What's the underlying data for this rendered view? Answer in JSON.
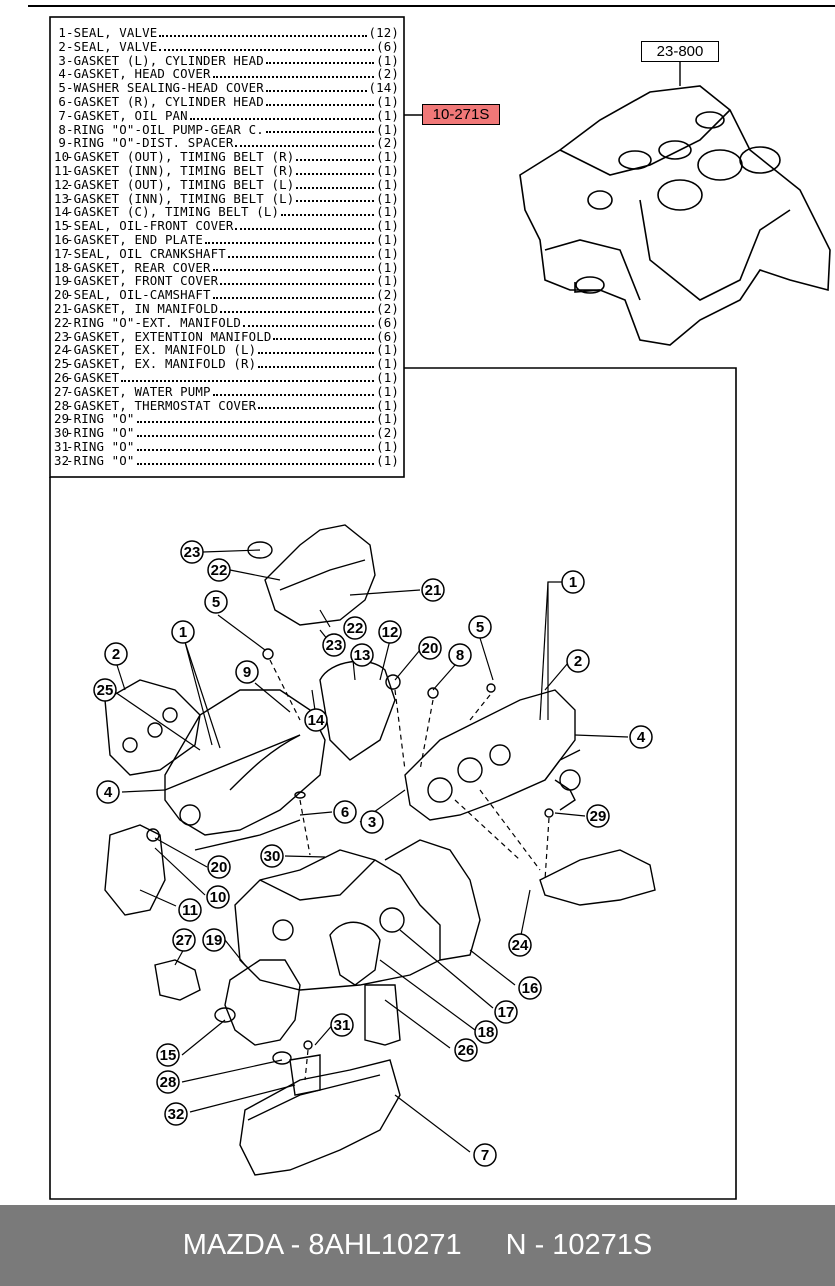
{
  "legend": [
    {
      "num": "1",
      "desc": "SEAL, VALVE",
      "qty": "(12)"
    },
    {
      "num": "2",
      "desc": "SEAL, VALVE",
      "qty": "(6)"
    },
    {
      "num": "3",
      "desc": "GASKET (L), CYLINDER HEAD",
      "qty": "(1)"
    },
    {
      "num": "4",
      "desc": "GASKET, HEAD COVER",
      "qty": "(2)"
    },
    {
      "num": "5",
      "desc": "WASHER SEALING-HEAD COVER",
      "qty": "(14)"
    },
    {
      "num": "6",
      "desc": "GASKET (R), CYLINDER HEAD",
      "qty": "(1)"
    },
    {
      "num": "7",
      "desc": "GASKET, OIL PAN",
      "qty": "(1)"
    },
    {
      "num": "8",
      "desc": "RING \"O\"-OIL PUMP-GEAR C.",
      "qty": "(1)"
    },
    {
      "num": "9",
      "desc": "RING \"O\"-DIST. SPACER",
      "qty": "(2)"
    },
    {
      "num": "10",
      "desc": "GASKET (OUT), TIMING BELT (R)",
      "qty": "(1)"
    },
    {
      "num": "11",
      "desc": "GASKET (INN), TIMING BELT (R)",
      "qty": "(1)"
    },
    {
      "num": "12",
      "desc": "GASKET (OUT), TIMING BELT (L)",
      "qty": "(1)"
    },
    {
      "num": "13",
      "desc": "GASKET (INN), TIMING BELT (L)",
      "qty": "(1)"
    },
    {
      "num": "14",
      "desc": "GASKET (C), TIMING BELT (L)",
      "qty": "(1)"
    },
    {
      "num": "15",
      "desc": "SEAL, OIL-FRONT COVER",
      "qty": "(1)"
    },
    {
      "num": "16",
      "desc": "GASKET, END PLATE",
      "qty": "(1)"
    },
    {
      "num": "17",
      "desc": "SEAL, OIL CRANKSHAFT",
      "qty": "(1)"
    },
    {
      "num": "18",
      "desc": "GASKET, REAR COVER",
      "qty": "(1)"
    },
    {
      "num": "19",
      "desc": "GASKET, FRONT COVER",
      "qty": "(1)"
    },
    {
      "num": "20",
      "desc": "SEAL, OIL-CAMSHAFT",
      "qty": "(2)"
    },
    {
      "num": "21",
      "desc": "GASKET, IN MANIFOLD",
      "qty": "(2)"
    },
    {
      "num": "22",
      "desc": "RING \"O\"-EXT. MANIFOLD",
      "qty": "(6)"
    },
    {
      "num": "23",
      "desc": "GASKET, EXTENTION MANIFOLD",
      "qty": "(6)"
    },
    {
      "num": "24",
      "desc": "GASKET, EX. MANIFOLD (L)",
      "qty": "(1)"
    },
    {
      "num": "25",
      "desc": "GASKET, EX. MANIFOLD (R)",
      "qty": "(1)"
    },
    {
      "num": "26",
      "desc": "GASKET",
      "qty": "(1)"
    },
    {
      "num": "27",
      "desc": "GASKET, WATER PUMP",
      "qty": "(1)"
    },
    {
      "num": "28",
      "desc": "GASKET, THERMOSTAT COVER",
      "qty": "(1)"
    },
    {
      "num": "29",
      "desc": "RING \"O\"",
      "qty": "(1)"
    },
    {
      "num": "30",
      "desc": "RING \"O\"",
      "qty": "(2)"
    },
    {
      "num": "31",
      "desc": "RING \"O\"",
      "qty": "(1)"
    },
    {
      "num": "32",
      "desc": "RING \"O\"",
      "qty": "(1)"
    }
  ],
  "refs": {
    "kit": "10-271S",
    "block": "23-800"
  },
  "callouts": [
    "23",
    "22",
    "21",
    "5",
    "1",
    "2",
    "25",
    "9",
    "12",
    "20",
    "8",
    "5",
    "1",
    "2",
    "13",
    "22",
    "23",
    "14",
    "4",
    "6",
    "3",
    "4",
    "29",
    "30",
    "20",
    "10",
    "11",
    "27",
    "19",
    "24",
    "16",
    "17",
    "18",
    "31",
    "26",
    "15",
    "28",
    "32",
    "7"
  ],
  "footer": {
    "brand_part": "MAZDA - 8AHL10271",
    "ref": "N - 10271S"
  },
  "colors": {
    "highlight": "#f07878",
    "footer_bg": "#7a7a7a",
    "footer_text": "#ffffff"
  }
}
